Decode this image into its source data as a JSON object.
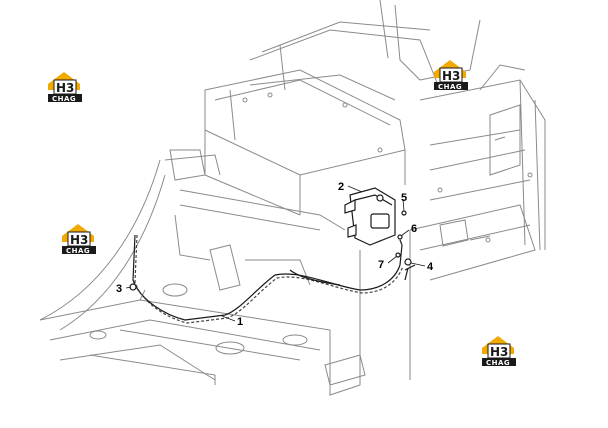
{
  "watermark": {
    "main_text": "H3",
    "sub_text": "CHAG",
    "colors": {
      "accent": "#f2a900",
      "dark": "#1a1a1a"
    }
  },
  "callouts": [
    {
      "id": "1",
      "label": "1"
    },
    {
      "id": "2",
      "label": "2"
    },
    {
      "id": "3",
      "label": "3"
    },
    {
      "id": "4",
      "label": "4"
    },
    {
      "id": "5",
      "label": "5"
    },
    {
      "id": "6",
      "label": "6"
    },
    {
      "id": "7",
      "label": "7"
    }
  ],
  "colors": {
    "line": "#2b2b2b",
    "light_line": "#8a8a8a",
    "background": "#ffffff"
  }
}
